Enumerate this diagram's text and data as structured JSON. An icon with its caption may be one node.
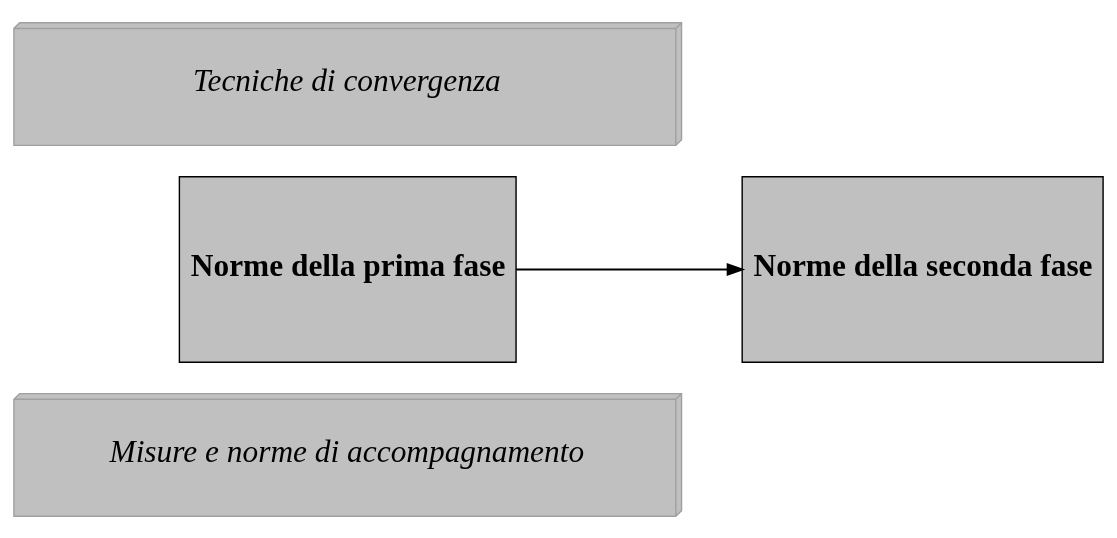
{
  "diagram": {
    "nodes": [
      {
        "text": [
          "Tecniche di convergenza"
        ]
      },
      {
        "text": [
          "Norme della prima fase"
        ]
      },
      {
        "text": [
          "Norme della seconda fase"
        ]
      },
      {
        "text": [
          "Misure e norme di accompagnamento"
        ]
      }
    ],
    "edges": [
      {
        "from": 1,
        "to": 2,
        "arrow": "to"
      }
    ]
  }
}
